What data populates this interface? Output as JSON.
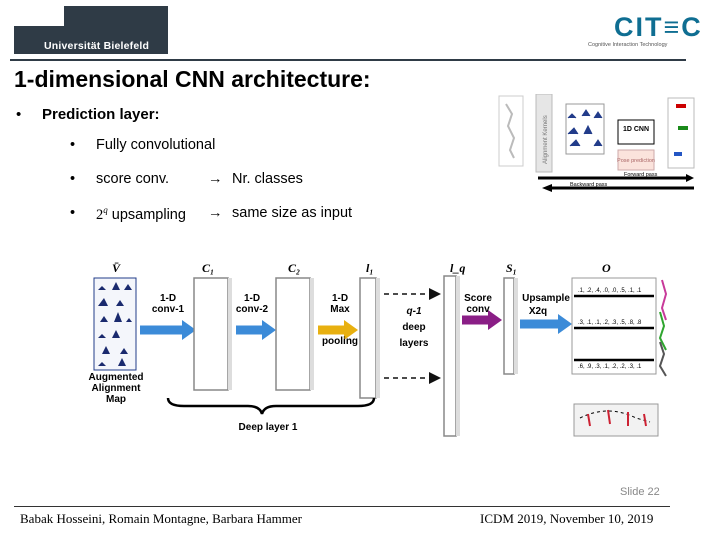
{
  "header": {
    "university": "Universität Bielefeld",
    "citec_logo": "CIT≡C",
    "citec_sub": "Cognitive Interaction Technology"
  },
  "slide": {
    "title": "1-dimensional CNN architecture:",
    "main_bullet": "Prediction layer:",
    "sub_bullets": [
      {
        "text": "Fully convolutional",
        "arrow": "",
        "result": ""
      },
      {
        "text": "score conv.",
        "arrow": "→",
        "result": "Nr. classes"
      },
      {
        "text": "2q upsampling",
        "arrow": "→",
        "result": "same size as input"
      }
    ],
    "upsampling_base": "2",
    "upsampling_exp": "q"
  },
  "thumbnail": {
    "alignment_kernels": "Alignment Kernels",
    "cnn": "1D CNN",
    "pose_prediction": "Pose prediction",
    "forward_pass": "Forward pass",
    "backward_pass": "Backward pass"
  },
  "diagram": {
    "vbar": "V̄",
    "c1": "C₁",
    "c2": "C₂",
    "l1": "l₁",
    "lq": "l_q",
    "s1": "S₁",
    "o": "O",
    "conv1_a": "1-D",
    "conv1_b": "conv-1",
    "conv2_a": "1-D",
    "conv2_b": "conv-2",
    "max_a": "1-D",
    "max_b": "Max",
    "max_c": "pooling",
    "deep_a": "q-1",
    "deep_b": "deep",
    "deep_c": "layers",
    "score_a": "Score",
    "score_b": "conv",
    "upsample_a": "Upsample",
    "upsample_b": "X2q",
    "augmented_a": "Augmented",
    "augmented_b": "Alignment",
    "augmented_c": "Map",
    "deep_layer": "Deep layer 1",
    "rows": [
      ".1, .2, .4, .0, .0, .5, .1, .1",
      ".3, .1, .1, .2, .3, .5, .8, .8",
      ".6, .9, .3, .1, .2, .2, .3, .1"
    ]
  },
  "footer": {
    "slide_number": "Slide 22",
    "authors": "Babak Hosseini, Romain Montagne, Barbara Hammer",
    "venue": "ICDM 2019, November 10, 2019"
  },
  "colors": {
    "dark_bar": "#2f3b46",
    "citec_blue": "#0f6e92",
    "yellow_arrow": "#e8b010",
    "purple_arrow": "#8a1e86",
    "blue_arrow": "#3c8bd8",
    "bar_navy": "#1a2a6e"
  }
}
